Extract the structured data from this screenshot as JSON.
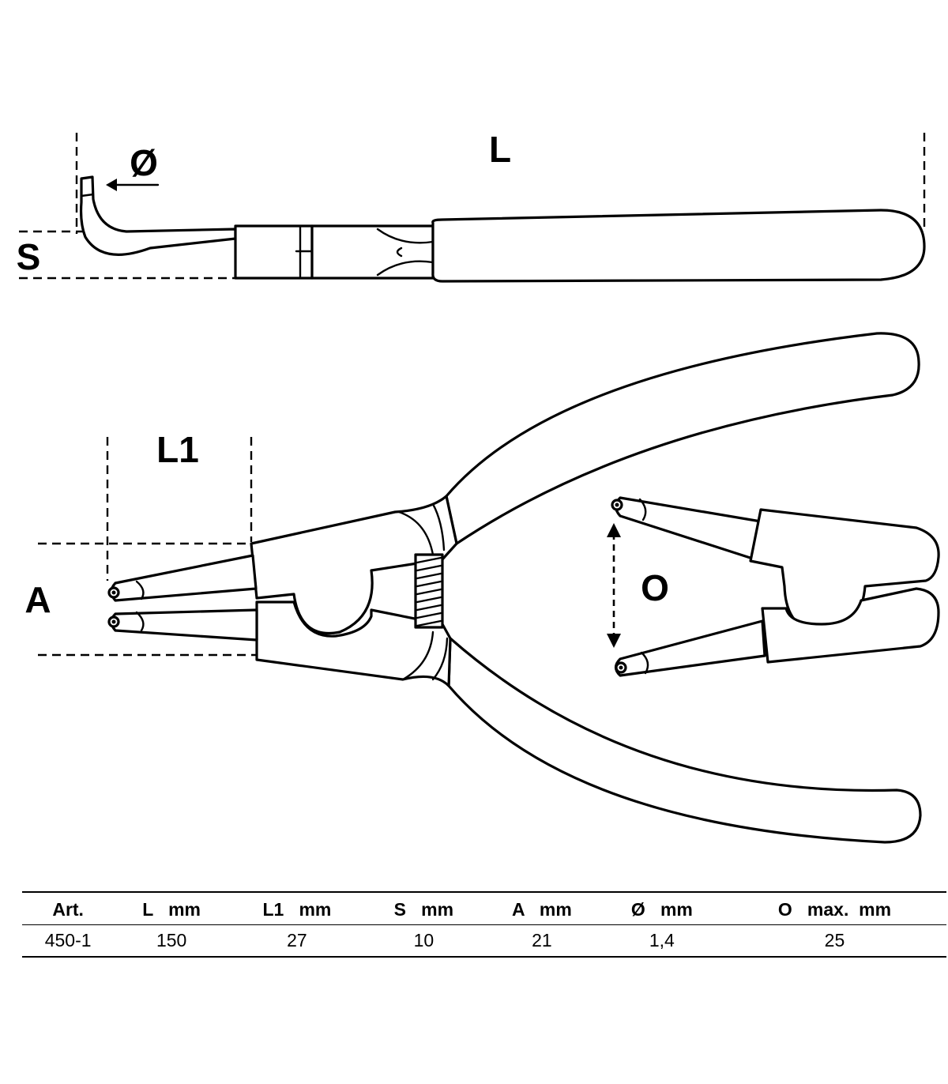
{
  "labels": {
    "length": "L",
    "diameter": "Ø",
    "thickness": "S",
    "tip_length": "L1",
    "span": "A",
    "opening": "O"
  },
  "table": {
    "headers": [
      "Art.",
      "L   mm",
      "L1   mm",
      "S   mm",
      "A   mm",
      "Ø   mm",
      "O   max.  mm"
    ],
    "rows": [
      [
        "450-1",
        "150",
        "27",
        "10",
        "21",
        "1,4",
        "25"
      ]
    ]
  }
}
